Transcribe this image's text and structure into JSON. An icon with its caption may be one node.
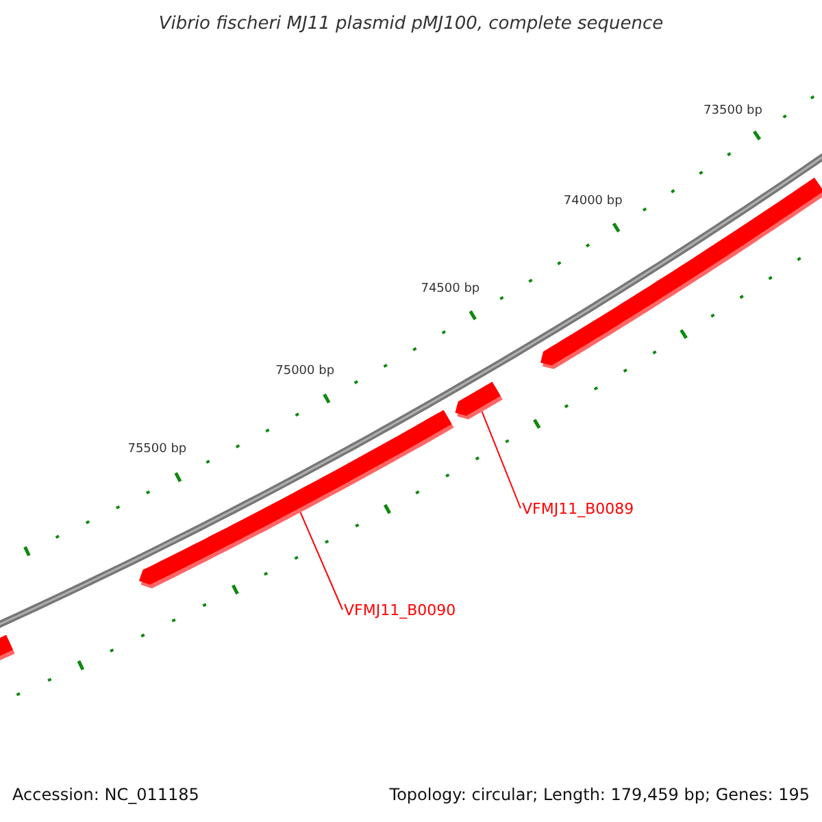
{
  "diagram": {
    "title": "Vibrio fischeri MJ11 plasmid pMJ100, complete sequence",
    "nodes": [
      {
        "text": [],
        "shape": "bar"
      },
      {
        "text": [],
        "shape": "bar"
      },
      {
        "text": [],
        "shape": "bar"
      },
      {
        "text": [],
        "shape": "bar"
      },
      {
        "text": [
          "VFMJ11_B0089"
        ]
      },
      {
        "text": [
          "VFMJ11_B0090"
        ]
      }
    ],
    "edges": [
      {
        "from": 4,
        "to": 2,
        "arrow": "none"
      },
      {
        "from": 5,
        "to": 1,
        "arrow": "none"
      }
    ],
    "labels": [
      "73500 bp",
      "74000 bp",
      "74500 bp",
      "75000 bp",
      "75500 bp",
      "Accession: NC_011185",
      "Topology: circular; Length: 179,459 bp; Genes: 195"
    ]
  }
}
